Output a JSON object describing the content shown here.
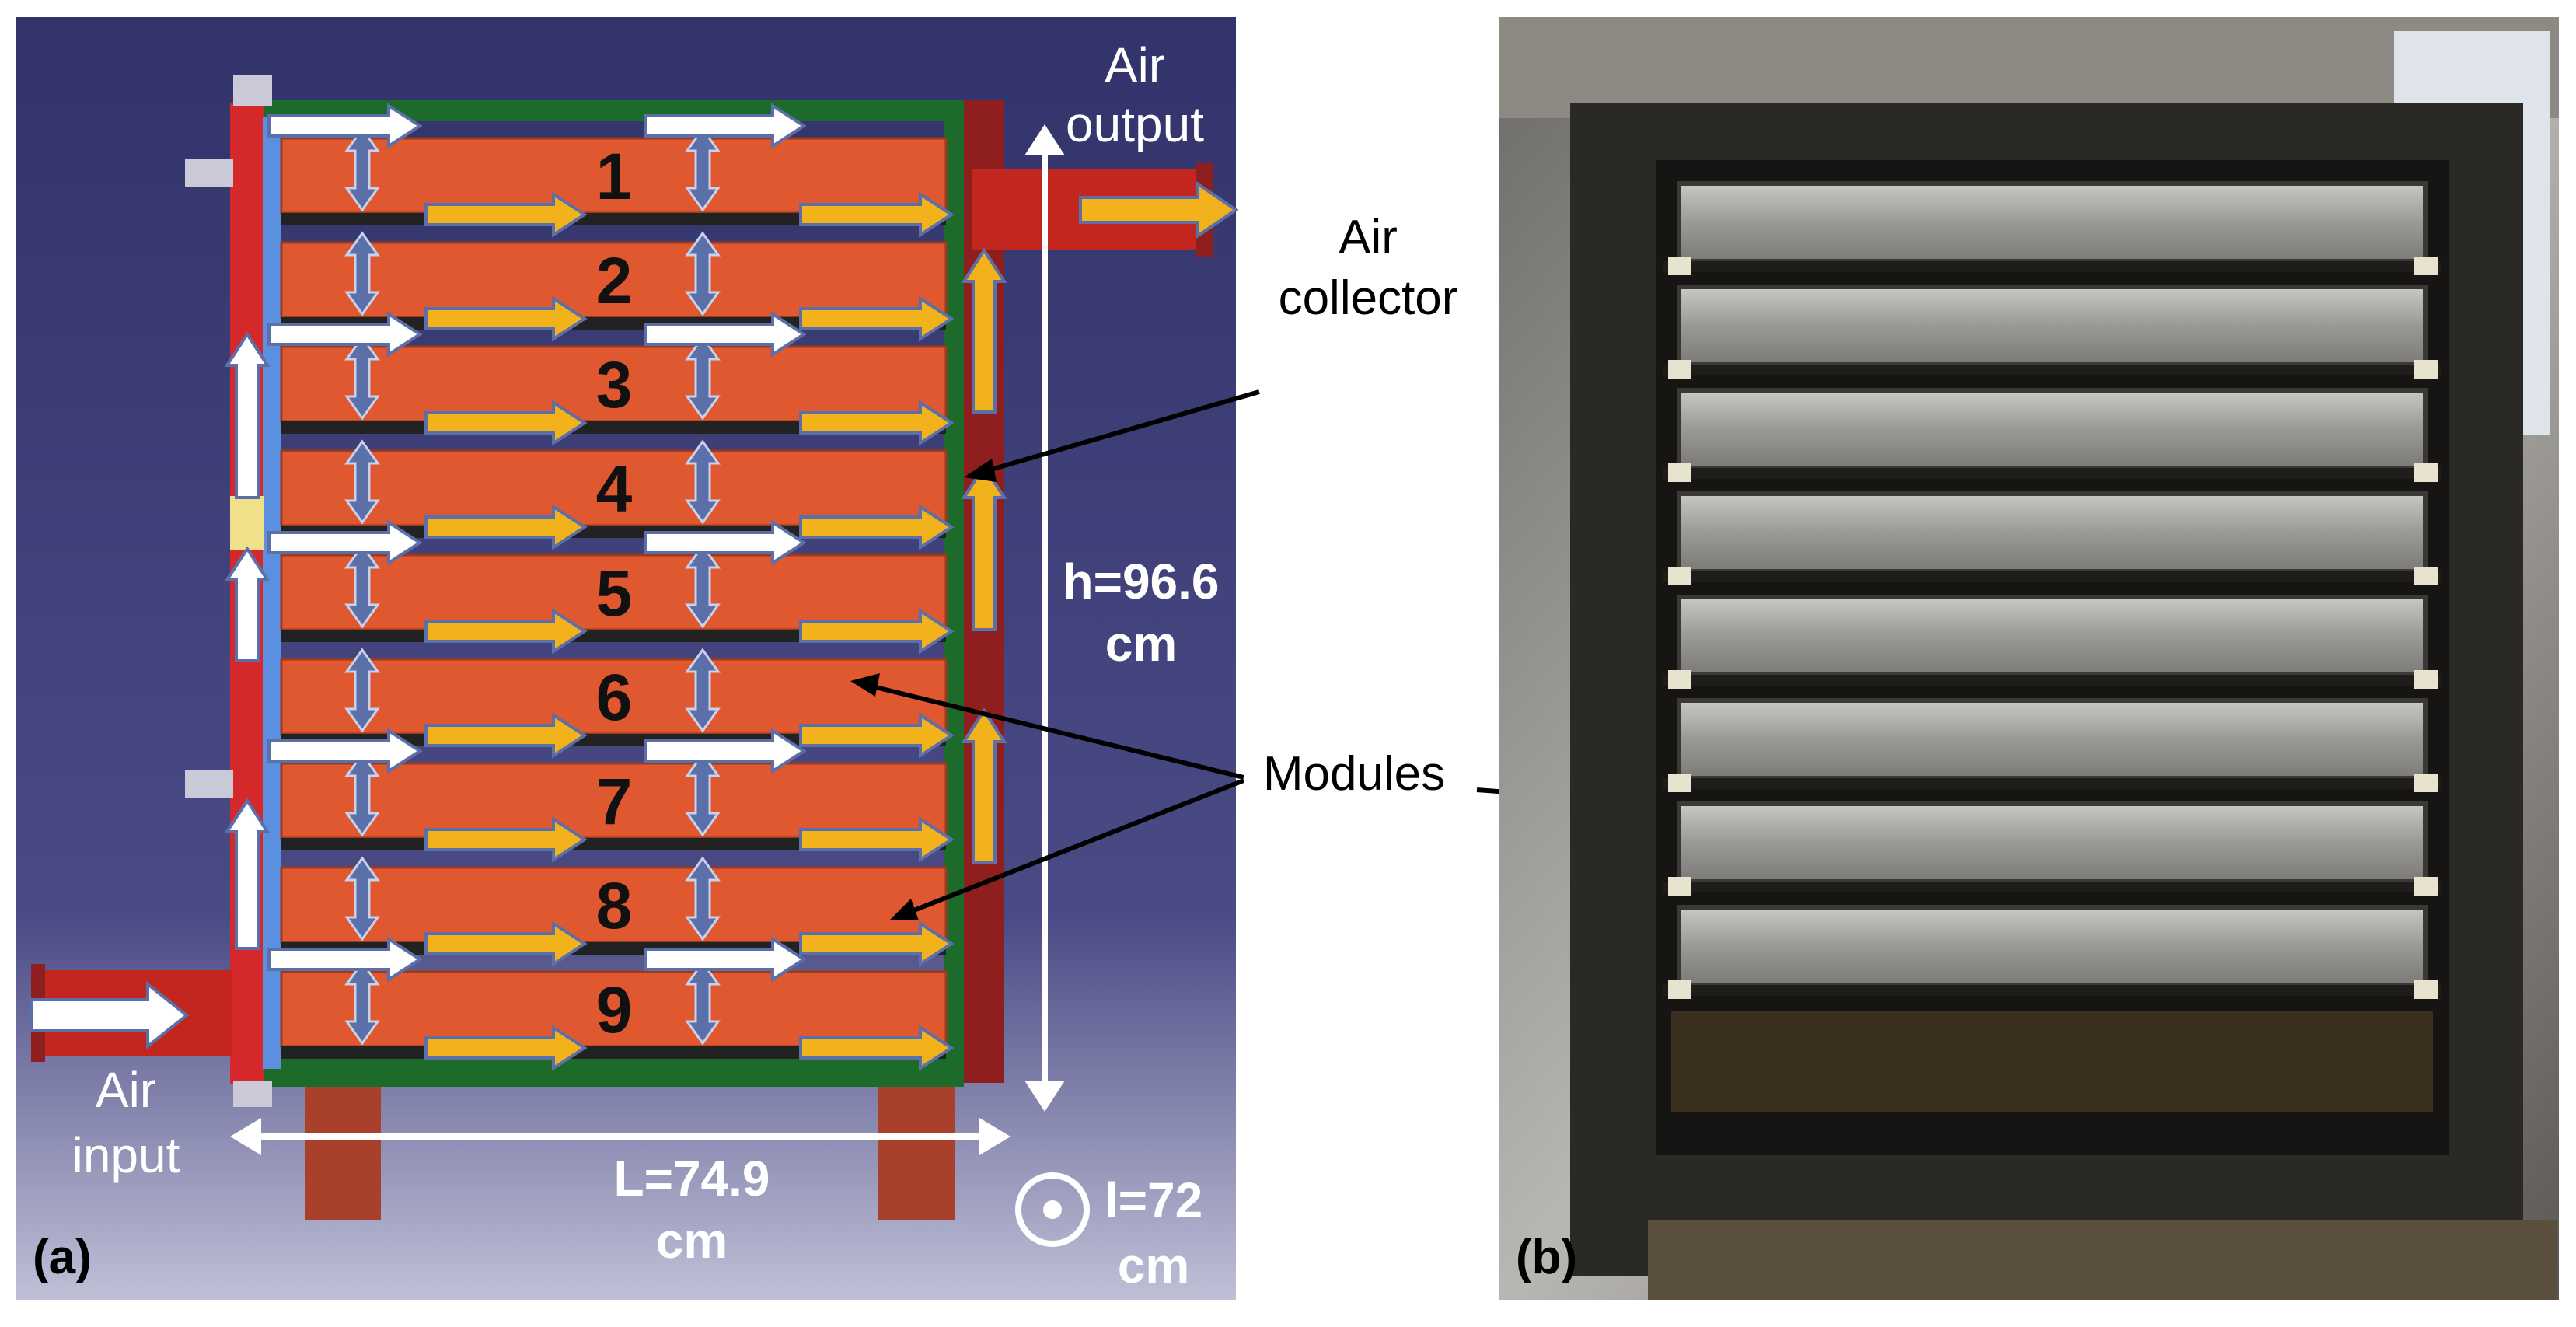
{
  "panel_a": {
    "tag": "(a)",
    "module_numbers": [
      "1",
      "2",
      "3",
      "4",
      "5",
      "6",
      "7",
      "8",
      "9"
    ],
    "air_output": [
      "Air",
      "output"
    ],
    "air_input": [
      "Air",
      "input"
    ],
    "air_collector": [
      "Air",
      "collector"
    ],
    "modules_label": "Modules",
    "height": [
      "h=96.6",
      "cm"
    ],
    "length": [
      "L=74.9",
      "cm"
    ],
    "depth": [
      "l=72",
      "cm"
    ]
  },
  "panel_b": {
    "tag": "(b)"
  },
  "colors": {
    "background": "#3a3a73",
    "module": "#e0582f",
    "frame_green": "#1d6b2a",
    "duct_red": "#d4282a",
    "arrow_white": "#ffffff",
    "arrow_yellow": "#f2b21c",
    "arrow_blue": "#5b6fa8"
  }
}
